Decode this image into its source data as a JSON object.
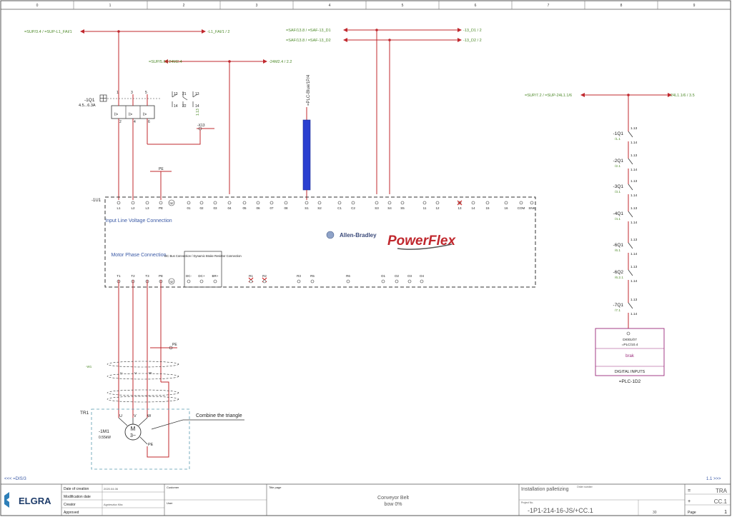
{
  "frame": {
    "columns": [
      "0",
      "1",
      "2",
      "3",
      "4",
      "5",
      "6",
      "7",
      "8",
      "9"
    ],
    "nav_prev": "<<< =DIS/3",
    "nav_next": "1.1 >>>"
  },
  "signals": {
    "l1_src": "=SUP/3.4 / =SUP-L1_FAI/1",
    "l1_dst": "-L1_FAI/1 / 2",
    "v24_src": "=SUP/5.6 / 24M2.4",
    "v24_dst": "-24M2.4 / 2.2",
    "saf1_src": "=SAF/13.8 / =SAF-13_D1",
    "saf1_dst": "-13_D1 / 2",
    "saf2_src": "=SAF/13.8 / =SAF-13_D2",
    "saf2_dst": "-13_D2 / 2",
    "s24_src": "=SUP/7.2 / =SUP-24L1.1/6",
    "s24_dst": "24L1.1/6 / 3.5",
    "plc_vert": "=PLC-Blue/1P/4"
  },
  "breaker": {
    "tag": "-1Q1",
    "rating": "4.5...6.3A",
    "top_pins": [
      "1",
      "3",
      "5"
    ],
    "bottom_pins": [
      "2",
      "4",
      "6"
    ],
    "aux_pins": [
      "13",
      "21",
      "13",
      "14",
      "22",
      "14"
    ],
    "aux_ref": "1.13",
    "pe_tag": "-X13"
  },
  "drive": {
    "tag": "-1U1",
    "brand": "Allen-Bradley",
    "product": "PowerFlex",
    "input_label": "Input Line Voltage Connection",
    "motor_label": "Motor Phase Connection",
    "dc_box": "DC Bus Connection / Dynamic Brake Resistor Connection",
    "top_terminals": [
      "L1",
      "L2",
      "L3",
      "PE",
      "01",
      "02",
      "03",
      "04",
      "05",
      "06",
      "07",
      "08",
      "S1",
      "S2",
      "C1",
      "C2",
      "S3",
      "S4",
      "S5",
      "11",
      "12",
      "13",
      "14",
      "15",
      "16",
      "COM",
      "SNK"
    ],
    "bottom_terminals": [
      "T1",
      "T2",
      "T3",
      "PE",
      "DC-",
      "DC+",
      "BR+",
      "R1",
      "R2",
      "R3",
      "R5",
      "R6",
      "O1",
      "O2",
      "O3",
      "O4"
    ]
  },
  "right_panel": {
    "contacts": [
      {
        "tag": "-1Q1",
        "ref": "/1.1",
        "a": "1.13",
        "b": "1.14"
      },
      {
        "tag": "-2Q1",
        "ref": "/2.1",
        "a": "1.13",
        "b": "1.14"
      },
      {
        "tag": "-3Q1",
        "ref": "/3.1",
        "a": "1.13",
        "b": "1.14"
      },
      {
        "tag": "-4Q1",
        "ref": "/4.1",
        "a": "1.13",
        "b": "1.14"
      },
      {
        "tag": "-6Q1",
        "ref": "/6.1",
        "a": "1.13",
        "b": "1.14"
      },
      {
        "tag": "-6Q2",
        "ref": "/6.2.1",
        "a": "1.13",
        "b": "1.14"
      },
      {
        "tag": "-7Q1",
        "ref": "/7.1",
        "a": "1.13",
        "b": "1.14"
      }
    ],
    "plc_box_line1": "DI001/07",
    "plc_box_line2": "=PLC/10.4",
    "plc_box_mid": "brak",
    "plc_box_label": "DIGITAL INPUTS",
    "plc_tag": "=PLC-1D2"
  },
  "motor": {
    "frame": "TR1",
    "tag": "-1M1",
    "power": "0.55kW",
    "symbol_m": "M",
    "symbol_ph": "3~",
    "terminals": [
      "U",
      "V",
      "W",
      "PE"
    ],
    "note": "Combine the triangle",
    "cable_tag": "-W1",
    "cable_pe": "PE"
  },
  "title_block": {
    "company": "ELGRA",
    "row_labels": [
      "Date of creation",
      "Modification date",
      "Creator",
      "Approved"
    ],
    "date_val": "2020.04.06",
    "creator_val": "Agnieszka Kita",
    "customer_label": "Customer",
    "user_label": "User",
    "title_label": "Title page",
    "title_line1": "Conveyor Belt",
    "title_line2": "bow 0%",
    "install_label": "Installation palletizing",
    "order_label": "Order number",
    "project_label": "Project No.",
    "project_value": "-1P1-214-16-JS/+CC.1",
    "page_count": "30",
    "right_code_1": "TRA",
    "right_code_2": "CC.1",
    "page_label": "Page",
    "page_num": "1"
  }
}
